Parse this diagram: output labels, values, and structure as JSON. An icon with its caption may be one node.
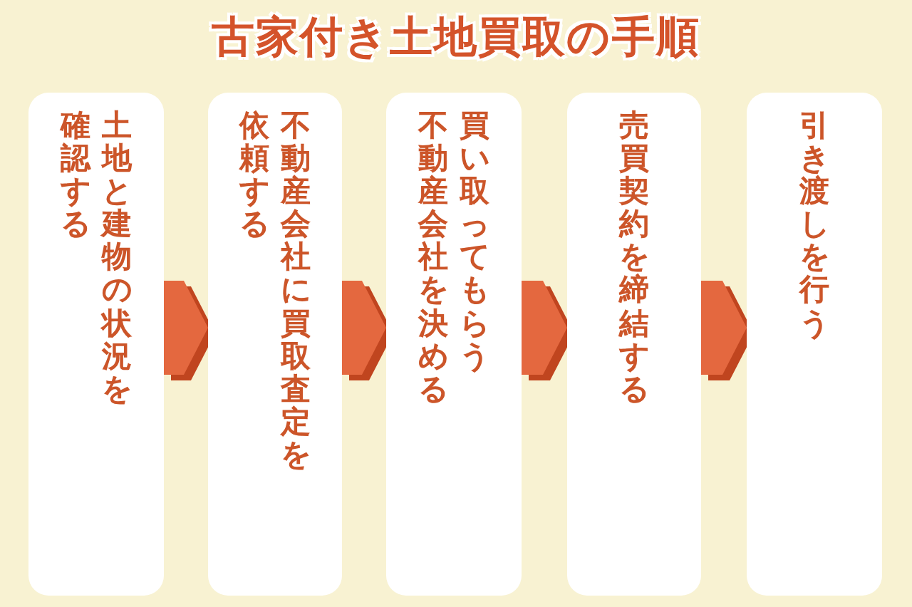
{
  "diagram": {
    "title": "古家付き土地買取の手順",
    "nodes": [
      {
        "text": [
          "土地と建物の状況を確認する"
        ]
      },
      {
        "text": [
          "不動産会社に買取査定を依頼する"
        ]
      },
      {
        "text": [
          "買い取ってもらう不動産会社を決める"
        ]
      },
      {
        "text": [
          "売買契約を締結する"
        ]
      },
      {
        "text": [
          "引き渡しを行う"
        ]
      }
    ],
    "edges": [
      {
        "from": 0,
        "to": 1,
        "arrow": "to"
      },
      {
        "from": 1,
        "to": 2,
        "arrow": "to"
      },
      {
        "from": 2,
        "to": 3,
        "arrow": "to"
      },
      {
        "from": 3,
        "to": 4,
        "arrow": "to"
      }
    ]
  }
}
